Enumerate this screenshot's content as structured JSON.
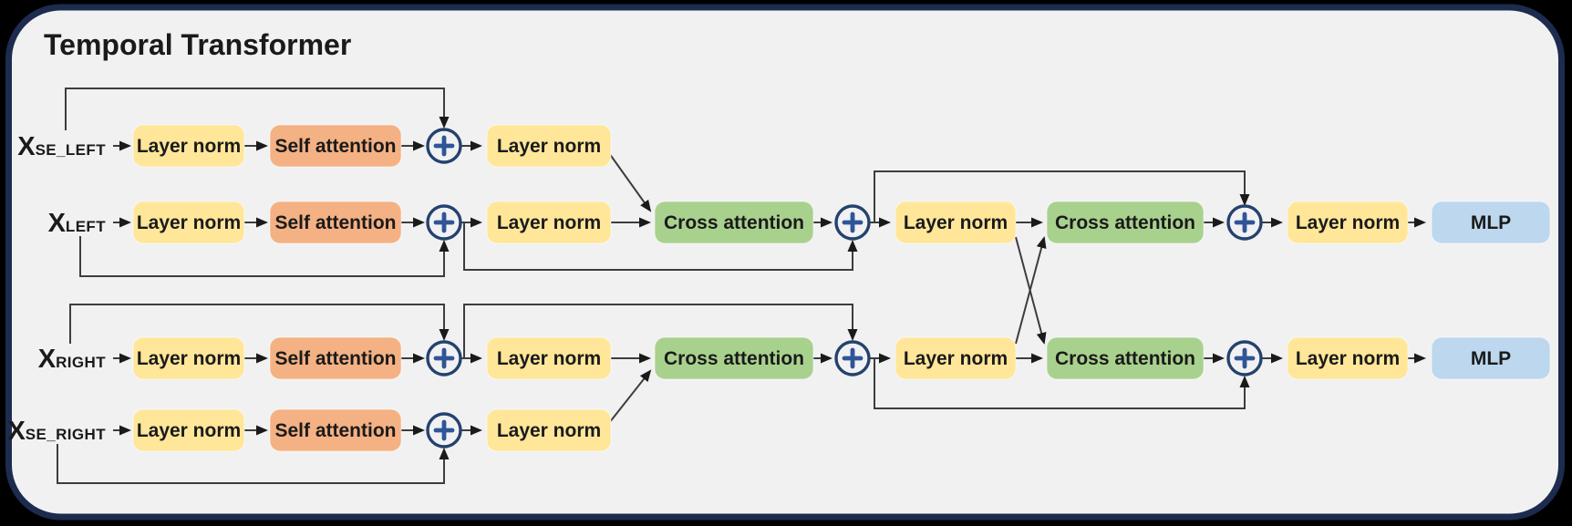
{
  "title": "Temporal Transformer",
  "inputs": {
    "se_left": {
      "base": "X",
      "sub": "SE_LEFT"
    },
    "left": {
      "base": "X",
      "sub": "LEFT"
    },
    "right": {
      "base": "X",
      "sub": "RIGHT"
    },
    "se_right": {
      "base": "X",
      "sub": "SE_RIGHT"
    }
  },
  "blocks": {
    "layer_norm": "Layer norm",
    "self_attention": "Self attention",
    "cross_attention": "Cross attention",
    "mlp": "MLP"
  },
  "icons": {
    "add_node": "+"
  },
  "colors": {
    "page_bg": "#000000",
    "panel_bg": "#f1f1f2",
    "panel_border": "#1c2b4e",
    "block_yellow": "#ffe699",
    "block_orange": "#f4b183",
    "block_green": "#a9d18e",
    "block_blue": "#bdd7ee",
    "text": "#1a1a1a",
    "line": "#3d3d3d",
    "arrow": "#1a1a1a",
    "add_circle": "#24426e",
    "add_plus": "#2f5597"
  },
  "structure": {
    "rows": [
      {
        "input": "X SE_LEFT",
        "steps": [
          "Layer norm",
          "Self attention",
          "add",
          "Layer norm"
        ],
        "output": "feeds first Cross attention of the LEFT stream"
      },
      {
        "input": "X LEFT",
        "steps": [
          "Layer norm",
          "Self attention",
          "add",
          "Layer norm",
          "Cross attention",
          "add",
          "Layer norm",
          "Cross attention",
          "add",
          "Layer norm",
          "MLP"
        ]
      },
      {
        "input": "X RIGHT",
        "steps": [
          "Layer norm",
          "Self attention",
          "add",
          "Layer norm",
          "Cross attention",
          "add",
          "Layer norm",
          "Cross attention",
          "add",
          "Layer norm",
          "MLP"
        ]
      },
      {
        "input": "X SE_RIGHT",
        "steps": [
          "Layer norm",
          "Self attention",
          "add",
          "Layer norm"
        ],
        "output": "feeds first Cross attention of the RIGHT stream"
      }
    ],
    "notes": "Residual skip connections bypass each attention stage into add nodes; second-stage layer-norm outputs of the LEFT and RIGHT streams cross into each other's cross attention."
  }
}
